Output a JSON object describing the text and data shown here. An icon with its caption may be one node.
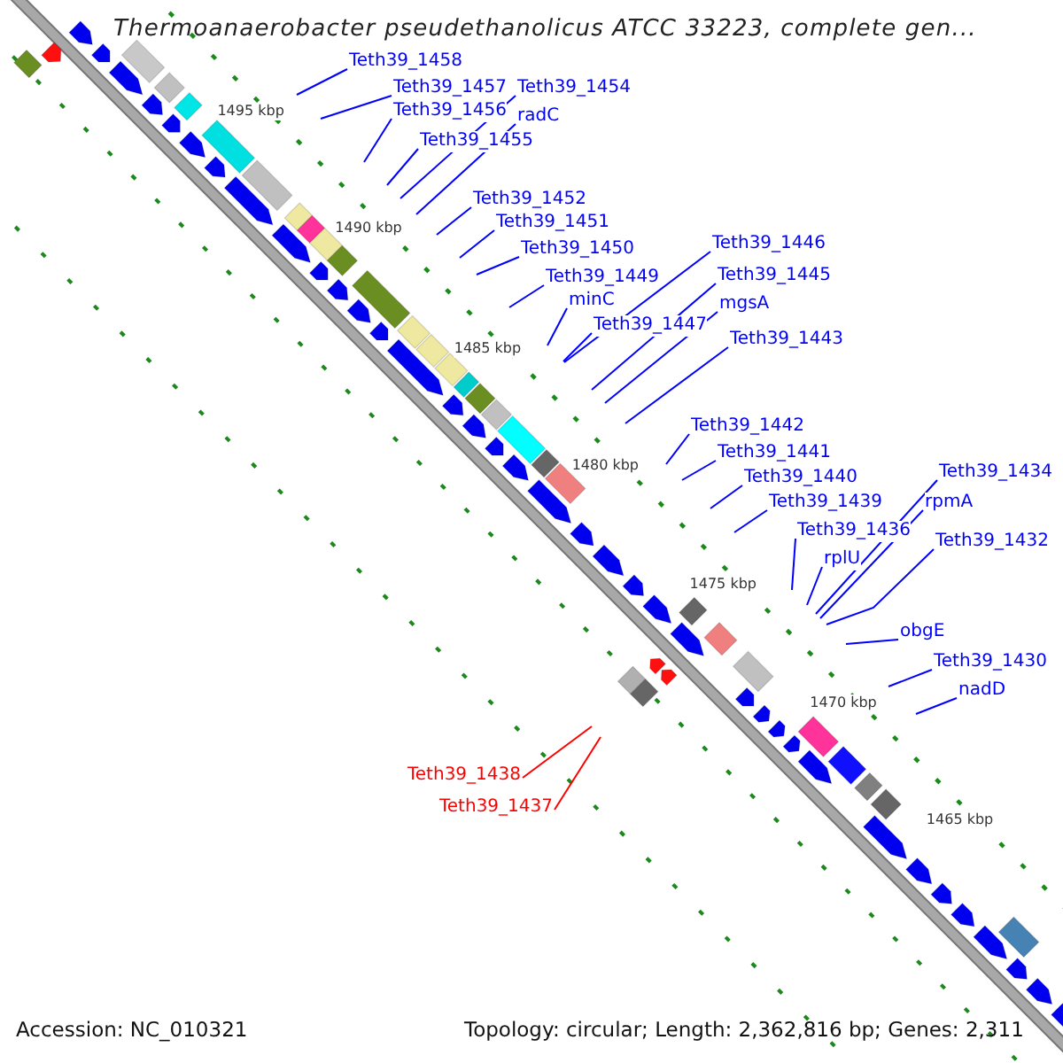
{
  "diagram": {
    "title": "Thermoanaerobacter pseudethanolicus ATCC 33223, complete gen...",
    "nodes": [
      {
        "text": [
          "Teth39_1458"
        ]
      },
      {
        "text": [
          "Teth39_1457"
        ]
      },
      {
        "text": [
          "Teth39_1454"
        ]
      },
      {
        "text": [
          "Teth39_1456"
        ]
      },
      {
        "text": [
          "radC"
        ]
      },
      {
        "text": [
          "Teth39_1455"
        ]
      },
      {
        "text": [
          "Teth39_1452"
        ]
      },
      {
        "text": [
          "Teth39_1451"
        ]
      },
      {
        "text": [
          "Teth39_1450"
        ]
      },
      {
        "text": [
          "Teth39_1449"
        ]
      },
      {
        "text": [
          "minC"
        ]
      },
      {
        "text": [
          "Teth39_1447"
        ]
      },
      {
        "text": [
          "Teth39_1446"
        ]
      },
      {
        "text": [
          "Teth39_1445"
        ]
      },
      {
        "text": [
          "mgsA"
        ]
      },
      {
        "text": [
          "Teth39_1443"
        ]
      },
      {
        "text": [
          "Teth39_1442"
        ]
      },
      {
        "text": [
          "Teth39_1441"
        ]
      },
      {
        "text": [
          "Teth39_1440"
        ]
      },
      {
        "text": [
          "Teth39_1439"
        ]
      },
      {
        "text": [
          "Teth39_1434"
        ]
      },
      {
        "text": [
          "rpmA"
        ]
      },
      {
        "text": [
          "Teth39_1436"
        ]
      },
      {
        "text": [
          "rplU"
        ]
      },
      {
        "text": [
          "Teth39_1432"
        ]
      },
      {
        "text": [
          "obgE"
        ]
      },
      {
        "text": [
          "Teth39_1430"
        ]
      },
      {
        "text": [
          "nadD"
        ]
      },
      {
        "text": [
          "Teth39_1438"
        ]
      },
      {
        "text": [
          "Teth39_1437"
        ]
      }
    ],
    "edges": [
      {
        "from": 0,
        "to": null,
        "arrow": "none"
      },
      {
        "from": 1,
        "to": null,
        "arrow": "none"
      },
      {
        "from": 2,
        "to": null,
        "arrow": "none"
      },
      {
        "from": 3,
        "to": null,
        "arrow": "none"
      },
      {
        "from": 4,
        "to": null,
        "arrow": "none"
      },
      {
        "from": 5,
        "to": null,
        "arrow": "none"
      },
      {
        "from": 6,
        "to": null,
        "arrow": "none"
      },
      {
        "from": 7,
        "to": null,
        "arrow": "none"
      },
      {
        "from": 8,
        "to": null,
        "arrow": "none"
      },
      {
        "from": 9,
        "to": null,
        "arrow": "none"
      },
      {
        "from": 10,
        "to": null,
        "arrow": "none"
      },
      {
        "from": 11,
        "to": null,
        "arrow": "none"
      },
      {
        "from": 12,
        "to": null,
        "arrow": "none"
      },
      {
        "from": 13,
        "to": null,
        "arrow": "none"
      },
      {
        "from": 14,
        "to": null,
        "arrow": "none"
      },
      {
        "from": 15,
        "to": null,
        "arrow": "none"
      },
      {
        "from": 16,
        "to": null,
        "arrow": "none"
      },
      {
        "from": 17,
        "to": null,
        "arrow": "none"
      },
      {
        "from": 18,
        "to": null,
        "arrow": "none"
      },
      {
        "from": 19,
        "to": null,
        "arrow": "none"
      },
      {
        "from": 20,
        "to": null,
        "arrow": "none"
      },
      {
        "from": 21,
        "to": null,
        "arrow": "none"
      },
      {
        "from": 22,
        "to": null,
        "arrow": "none"
      },
      {
        "from": 23,
        "to": null,
        "arrow": "none"
      },
      {
        "from": 24,
        "to": null,
        "arrow": "none"
      },
      {
        "from": 25,
        "to": null,
        "arrow": "none"
      },
      {
        "from": 26,
        "to": null,
        "arrow": "none"
      },
      {
        "from": 27,
        "to": null,
        "arrow": "none"
      },
      {
        "from": 28,
        "to": null,
        "arrow": "none",
        "color": "#ff0000"
      },
      {
        "from": 29,
        "to": null,
        "arrow": "none",
        "color": "#ff0000"
      }
    ],
    "labels": [
      "1495 kbp",
      "1490 kbp",
      "1485 kbp",
      "1480 kbp",
      "1475 kbp",
      "1470 kbp",
      "1465 kbp",
      "Accession: NC_010321",
      "Topology: circular; Length: 2,362,816 bp; Genes: 2,311"
    ]
  }
}
